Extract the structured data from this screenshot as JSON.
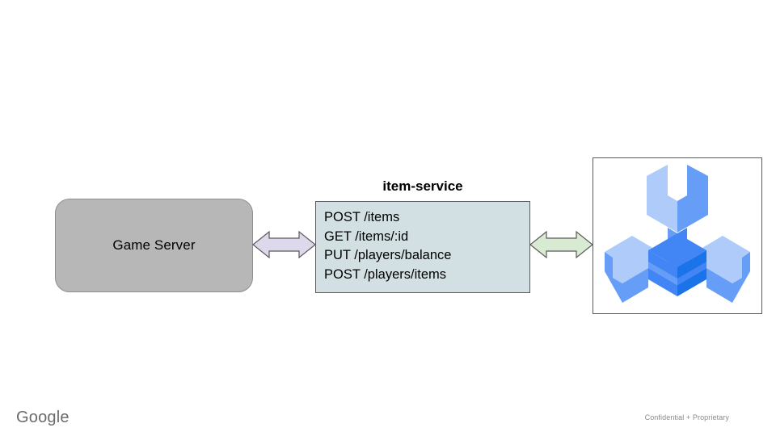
{
  "slide": {
    "background_color": "#ffffff"
  },
  "nodes": {
    "game_server": {
      "label": "Game Server",
      "fill_color": "#b7b7b7",
      "border_color": "#8e8e8e"
    },
    "item_service": {
      "title": "item-service",
      "fill_color": "#d3e0e3",
      "border_color": "#5a5a5a",
      "endpoints": [
        "POST /items",
        "GET /items/:id",
        "PUT /players/balance",
        "POST /players/items"
      ]
    },
    "tools_logo": {
      "icon_name": "isometric-wrench-logo",
      "border_color": "#5a5a5a",
      "colors": {
        "light_blue": "#aecbfa",
        "medium_blue": "#669df6",
        "dark_blue": "#4285f4",
        "deep_blue": "#1a73e8"
      }
    }
  },
  "connectors": {
    "left": {
      "icon_name": "double-headed-arrow",
      "fill_color": "#ded8ed",
      "border_color": "#5a5a5a"
    },
    "right": {
      "icon_name": "double-headed-arrow",
      "fill_color": "#d9ead3",
      "border_color": "#5a5a5a"
    }
  },
  "footer": {
    "brand": "Google",
    "confidential_note": "Confidential + Proprietary"
  }
}
